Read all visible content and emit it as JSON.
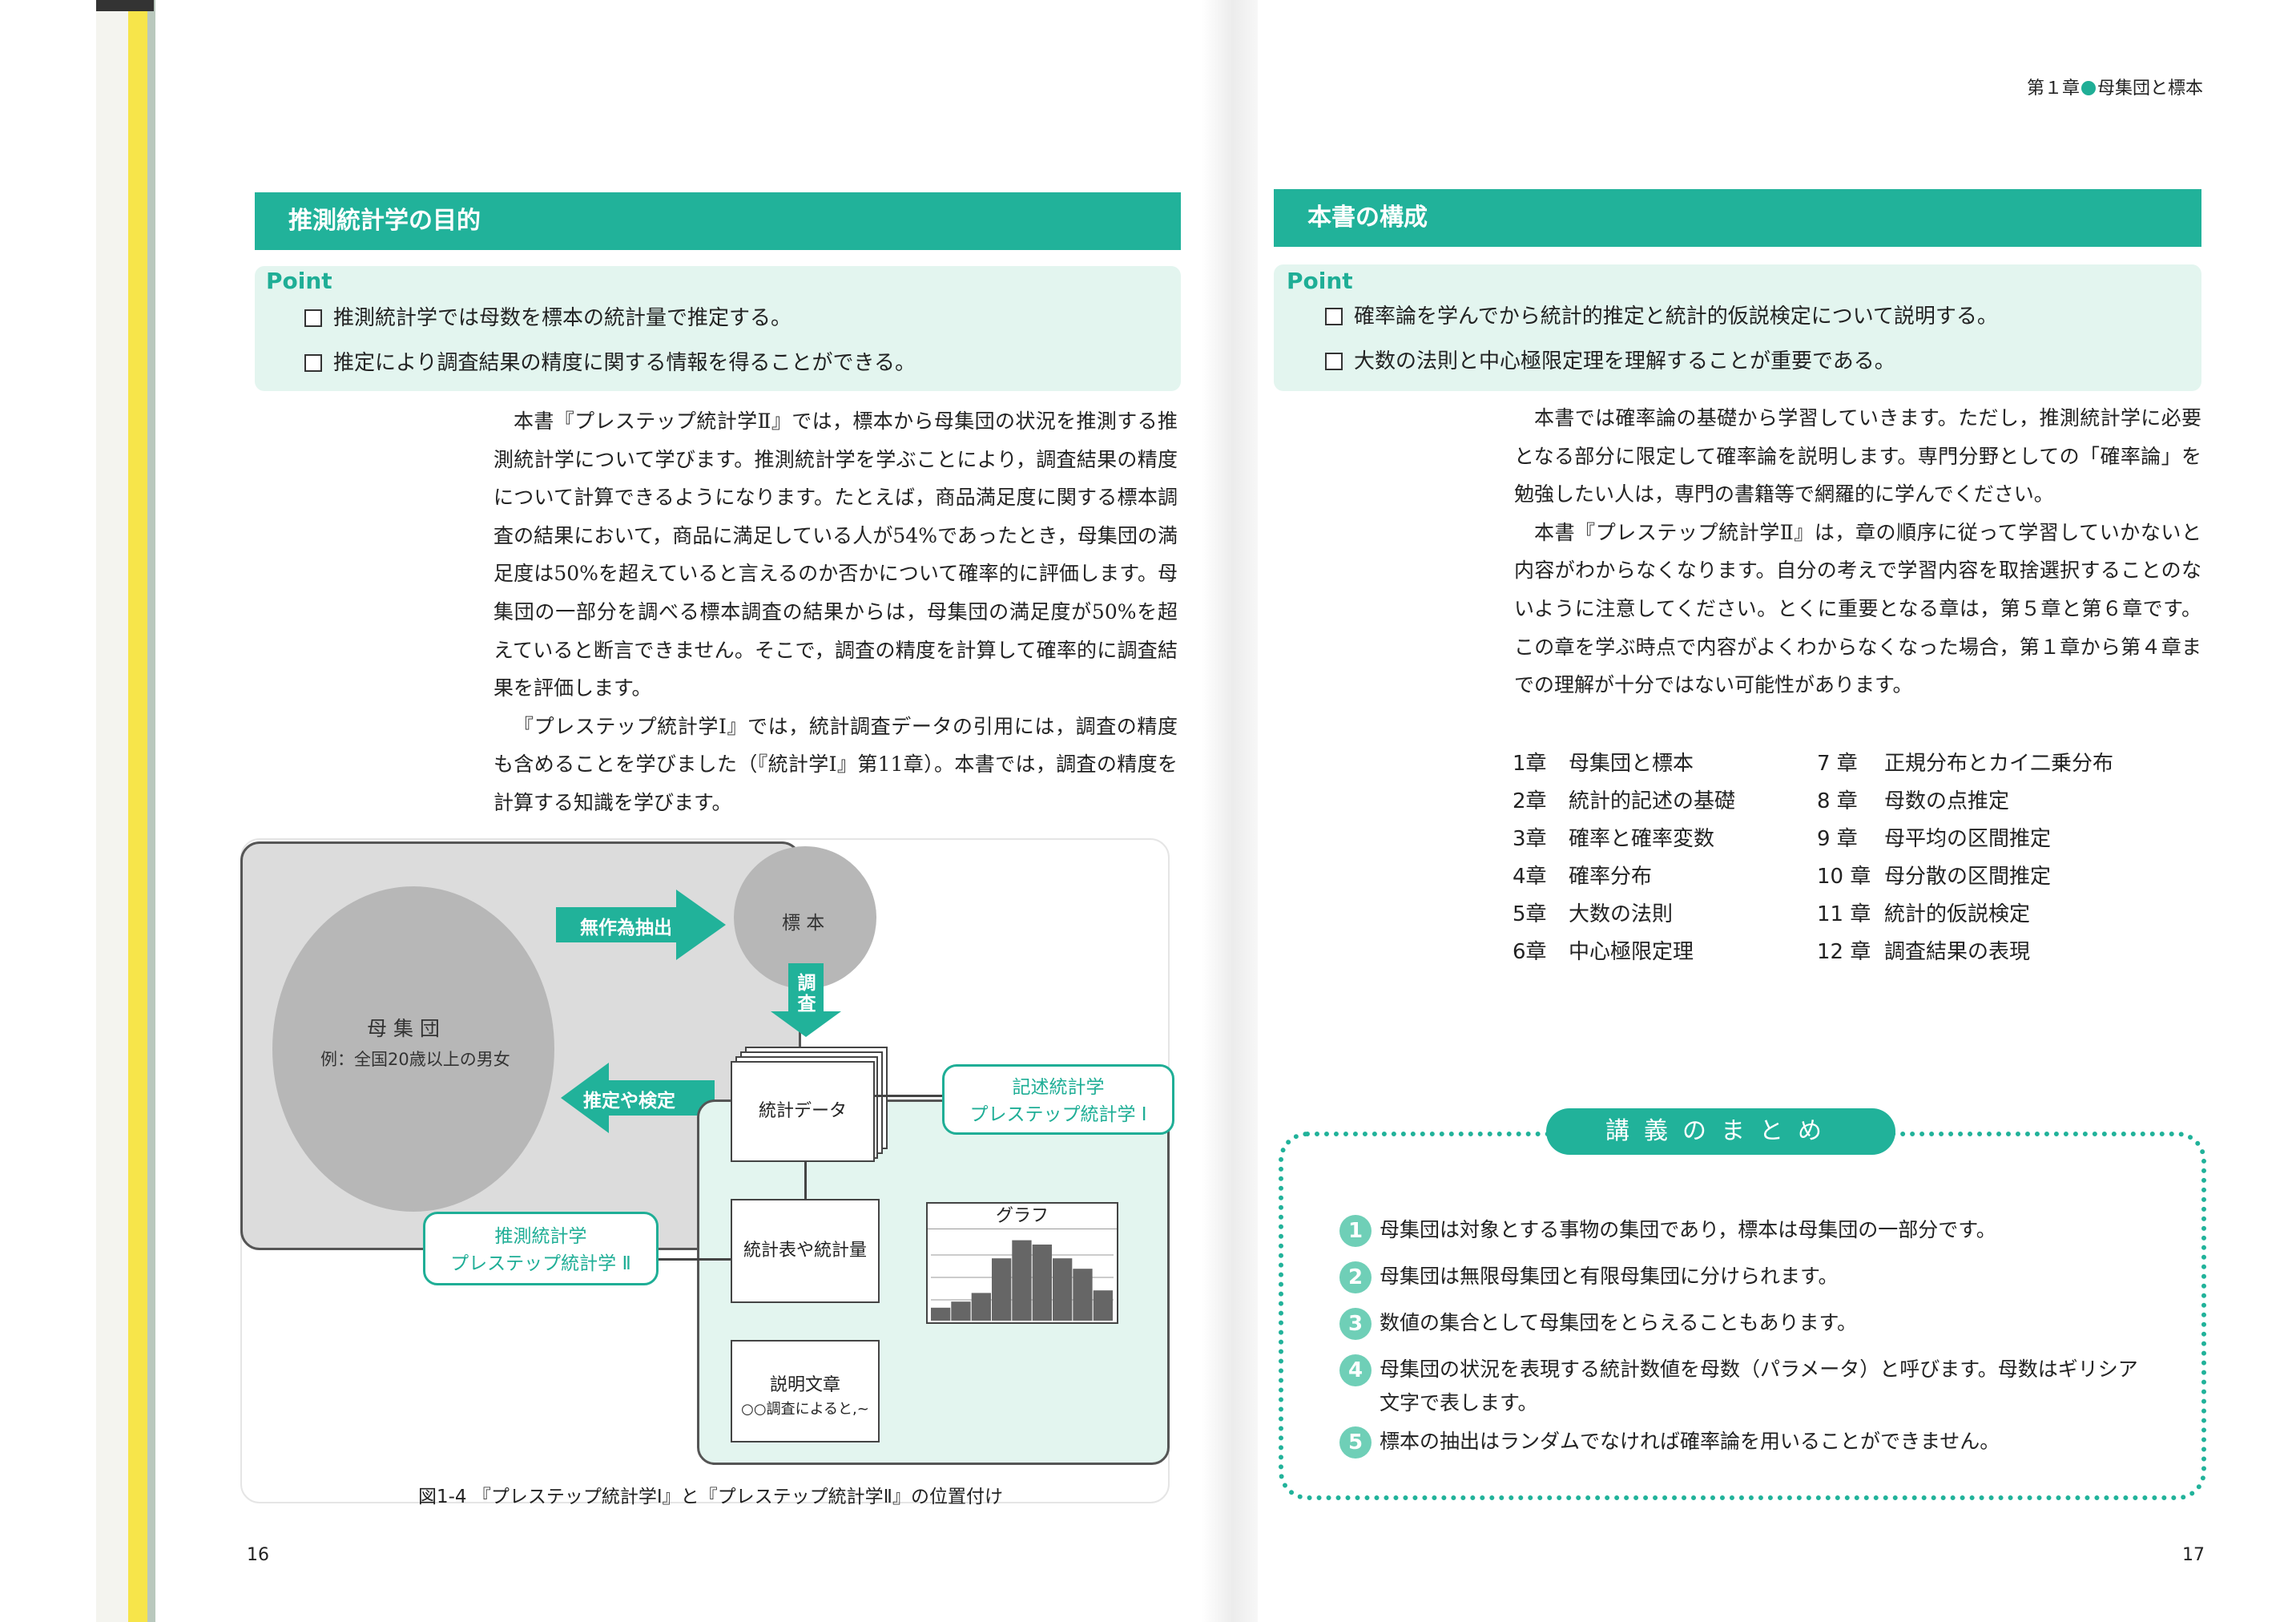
{
  "left_page": {
    "banner": "推測統計学の目的",
    "point_label": "Point",
    "points": [
      "推測統計学では母数を標本の統計量で推定する。",
      "推定により調査結果の精度に関する情報を得ることができる。"
    ],
    "paragraphs": [
      "本書『プレステップ統計学Ⅱ』では，標本から母集団の状況を推測する推測統計学について学びます。推測統計学を学ぶことにより，調査結果の精度について計算できるようになります。たとえば，商品満足度に関する標本調査の結果において，商品に満足している人が54%であったとき，母集団の満足度は50%を超えていると言えるのか否かについて確率的に評価します。母集団の一部分を調べる標本調査の結果からは，母集団の満足度が50%を超えていると断言できません。そこで，調査の精度を計算して確率的に調査結果を評価します。",
      "『プレステップ統計学Ⅰ』では，統計調査データの引用には，調査の精度も含めることを学びました（『統計学Ⅰ』第11章）。本書では，調査の精度を計算する知識を学びます。"
    ],
    "diagram": {
      "population_title": "母 集 団",
      "population_example": "例：全国20歳以上の男女",
      "arrow_random": "無作為抽出",
      "sample": "標 本",
      "survey": "調査",
      "arrow_estimate": "推定や検定",
      "stat_data": "統計データ",
      "stat_table": "統計表や統計量",
      "graph_title": "グラフ",
      "explain_title": "説明文章",
      "explain_sub": "○○調査によると,~",
      "descriptive_line1": "記述統計学",
      "descriptive_line2": "プレステップ統計学 Ⅰ",
      "inferential_line1": "推測統計学",
      "inferential_line2": "プレステップ統計学 Ⅱ",
      "histogram_levels": [
        0.15,
        0.22,
        0.32,
        0.72,
        0.93,
        0.88,
        0.72,
        0.6,
        0.35
      ]
    },
    "caption": "図1-4 『プレステップ統計学Ⅰ』と『プレステップ統計学Ⅱ』の位置付け",
    "page_number": "16"
  },
  "right_page": {
    "header_chapter": "第１章",
    "header_title": "母集団と標本",
    "banner": "本書の構成",
    "point_label": "Point",
    "points": [
      "確率論を学んでから統計的推定と統計的仮説検定について説明する。",
      "大数の法則と中心極限定理を理解することが重要である。"
    ],
    "paragraphs": [
      "本書では確率論の基礎から学習していきます。ただし，推測統計学に必要となる部分に限定して確率論を説明します。専門分野としての「確率論」を勉強したい人は，専門の書籍等で網羅的に学んでください。",
      "本書『プレステップ統計学Ⅱ』は，章の順序に従って学習していかないと内容がわからなくなります。自分の考えで学習内容を取捨選択することのないように注意してください。とくに重要となる章は，第５章と第６章です。この章を学ぶ時点で内容がよくわからなくなった場合，第１章から第４章までの理解が十分ではない可能性があります。"
    ],
    "chapters_left": [
      {
        "num": "1章",
        "title": "母集団と標本"
      },
      {
        "num": "2章",
        "title": "統計的記述の基礎"
      },
      {
        "num": "3章",
        "title": "確率と確率変数"
      },
      {
        "num": "4章",
        "title": "確率分布"
      },
      {
        "num": "5章",
        "title": "大数の法則"
      },
      {
        "num": "6章",
        "title": "中心極限定理"
      }
    ],
    "chapters_right": [
      {
        "num": "7 章",
        "title": "正規分布とカイ二乗分布"
      },
      {
        "num": "8 章",
        "title": "母数の点推定"
      },
      {
        "num": "9 章",
        "title": "母平均の区間推定"
      },
      {
        "num": "10 章",
        "title": "母分散の区間推定"
      },
      {
        "num": "11 章",
        "title": "統計的仮説検定"
      },
      {
        "num": "12 章",
        "title": "調査結果の表現"
      }
    ],
    "summary_title": "講義のまとめ",
    "summary_items": [
      {
        "num": "1",
        "text": "母集団は対象とする事物の集団であり，標本は母集団の一部分です。"
      },
      {
        "num": "2",
        "text": "母集団は無限母集団と有限母集団に分けられます。"
      },
      {
        "num": "3",
        "text": "数値の集合として母集団をとらえることもあります。"
      },
      {
        "num": "4",
        "text": "母集団の状況を表現する統計数値を母数（パラメータ）と呼びます。母数はギリシア文字で表します。"
      },
      {
        "num": "5",
        "text": "標本の抽出はランダムでなければ確率論を用いることができません。"
      }
    ],
    "page_number": "17"
  },
  "colors": {
    "accent": "#21b29a",
    "accent_light": "#e3f5ef",
    "gray_region": "#dcdcdc",
    "ellipse": "#b7b7b7"
  }
}
